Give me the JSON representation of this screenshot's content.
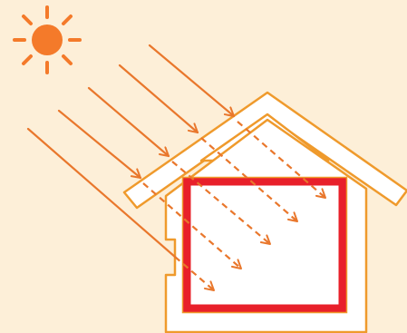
{
  "colors": {
    "background": "#fdefd8",
    "sun": "#f47a2a",
    "ray": "#e9772c",
    "house_outline": "#ef9a2c",
    "house_fill": "#ffffff",
    "insulation": "#e8202a"
  },
  "icons": {
    "sun": "sun-icon"
  },
  "rays": [
    {
      "name": "ray-1",
      "penetrates": true
    },
    {
      "name": "ray-2",
      "penetrates": true
    },
    {
      "name": "ray-3",
      "penetrates": true
    },
    {
      "name": "ray-4",
      "penetrates": true
    },
    {
      "name": "ray-5",
      "penetrates": true
    }
  ]
}
